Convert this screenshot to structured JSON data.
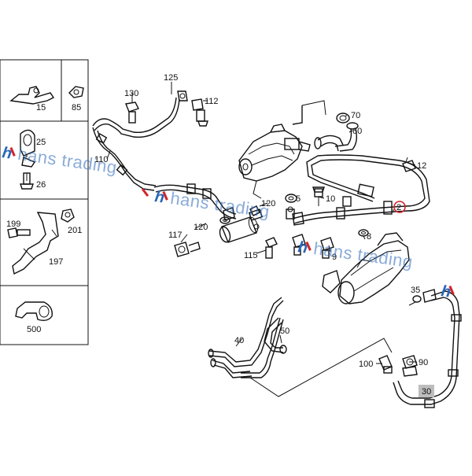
{
  "watermark": {
    "text": "hans trading",
    "logo_letter": "h",
    "color": "#2a66b8",
    "accent": "#d2232a"
  },
  "highlight": {
    "color": "#d2232a",
    "label": "2"
  },
  "part_labels": {
    "p2": "2",
    "p5": "5",
    "p8": "8",
    "p9": "9",
    "p10": "10",
    "p12": "12",
    "p15": "15",
    "p25": "25",
    "p26": "26",
    "p30": "30",
    "p35": "35",
    "p40": "40",
    "p50": "50",
    "p60": "60",
    "p70": "70",
    "p85": "85",
    "p90": "90",
    "p100": "100",
    "p110": "110",
    "p112": "112",
    "p115": "115",
    "p117": "117",
    "p120a": "120",
    "p120b": "120",
    "p125": "125",
    "p130": "130",
    "p197": "197",
    "p199": "199",
    "p201": "201",
    "p500": "500"
  }
}
